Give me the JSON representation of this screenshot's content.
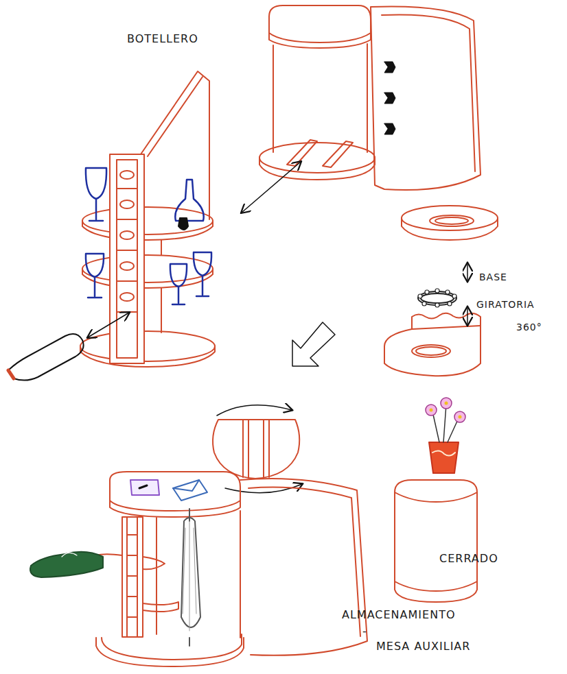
{
  "diagram": {
    "labels": [
      "BOTELLERO",
      "BASE",
      "GIRATORIA",
      "360°",
      "CERRADO",
      "ALMACENAMIENTO",
      "-",
      "MESA AUXILIAR"
    ]
  }
}
